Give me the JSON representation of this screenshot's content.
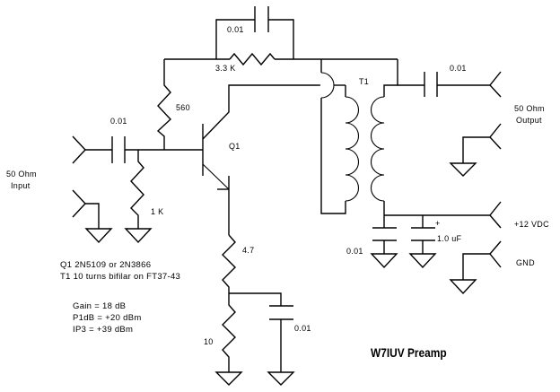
{
  "title": "W7IUV  Preamp",
  "components": {
    "c_feedback": "0.01",
    "r_feedback": "3.3 K",
    "r_bias": "560",
    "c_input": "0.01",
    "r_base": "1 K",
    "q1": "Q1",
    "t1": "T1",
    "c_output": "0.01",
    "r_emitter_top": "4.7",
    "r_emitter_bottom": "10",
    "c_emitter": "0.01",
    "c_supply_small": "0.01",
    "c_supply_large": "1.0 uF",
    "c_supply_large_polarity": "+"
  },
  "ports": {
    "input_line1": "50 Ohm",
    "input_line2": "Input",
    "output_line1": "50 Ohm",
    "output_line2": "Output",
    "supply": "+12 VDC",
    "ground": "GND"
  },
  "notes": {
    "q1_part": "Q1  2N5109 or 2N3866",
    "t1_part": "T1  10 turns bifilar on FT37-43",
    "gain": "Gain = 18 dB",
    "p1db": "P1dB = +20 dBm",
    "ip3": "IP3 = +39 dBm"
  }
}
